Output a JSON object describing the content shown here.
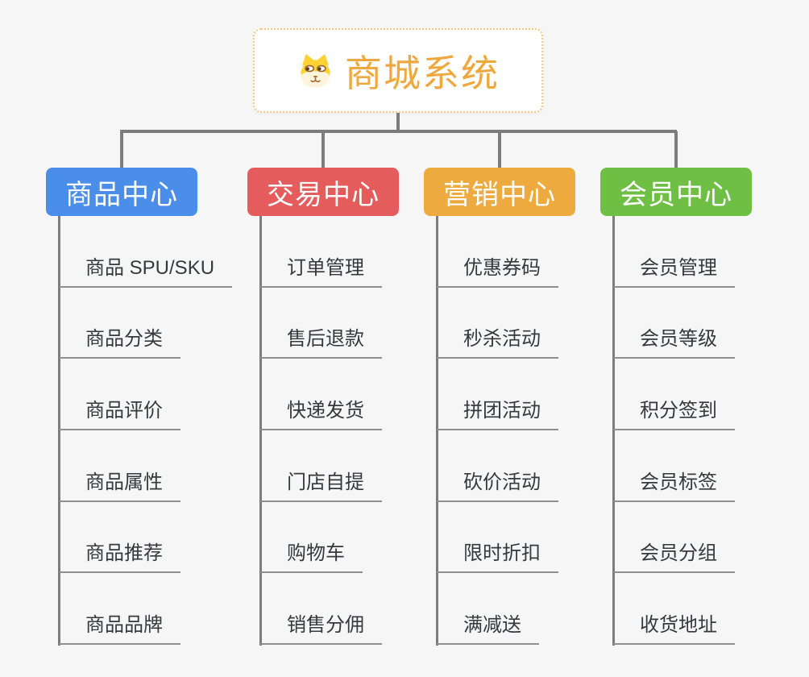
{
  "root": {
    "title": "商城系统",
    "icon": "dog-face-icon",
    "title_color": "#efa83e",
    "border_color": "#f3c87e"
  },
  "connector_color": "#7c7c7c",
  "underline_color": "#8f8f8f",
  "background_color": "#f6f6f6",
  "columns": [
    {
      "label": "商品中心",
      "color": "#4a8eea",
      "items": [
        "商品 SPU/SKU",
        "商品分类",
        "商品评价",
        "商品属性",
        "商品推荐",
        "商品品牌"
      ]
    },
    {
      "label": "交易中心",
      "color": "#e55c5c",
      "items": [
        "订单管理",
        "售后退款",
        "快递发货",
        "门店自提",
        "购物车",
        "销售分佣"
      ]
    },
    {
      "label": "营销中心",
      "color": "#edab3f",
      "items": [
        "优惠券码",
        "秒杀活动",
        "拼团活动",
        "砍价活动",
        "限时折扣",
        "满减送"
      ]
    },
    {
      "label": "会员中心",
      "color": "#6ebf43",
      "items": [
        "会员管理",
        "会员等级",
        "积分签到",
        "会员标签",
        "会员分组",
        "收货地址"
      ]
    }
  ]
}
